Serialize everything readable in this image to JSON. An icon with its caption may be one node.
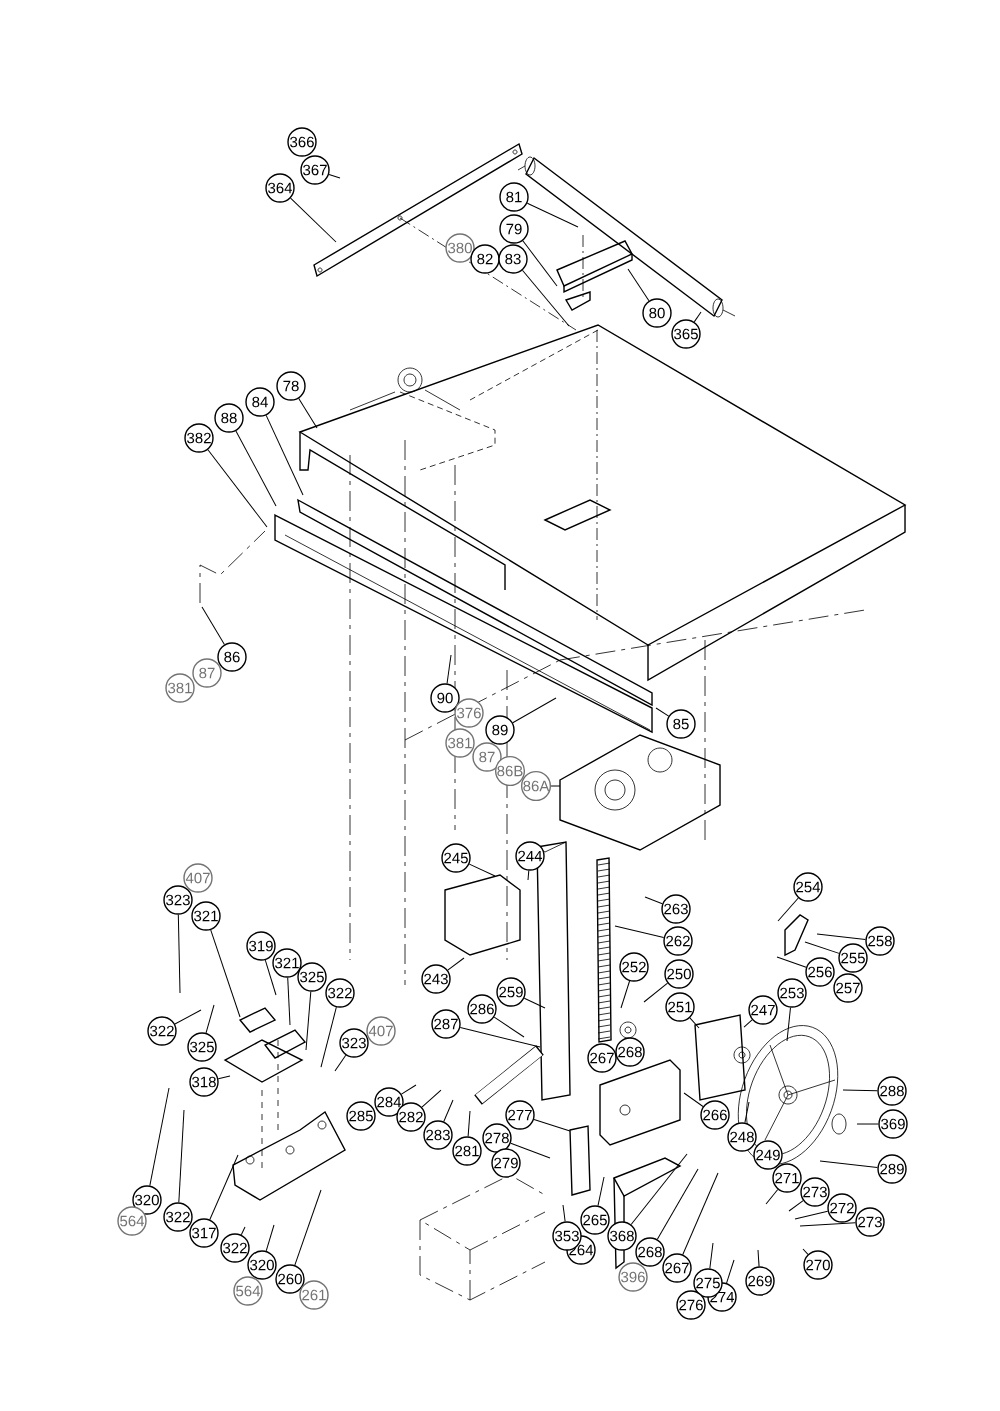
{
  "diagram": {
    "nodes": [
      {
        "text": [
          "366"
        ]
      },
      {
        "text": [
          "367"
        ]
      },
      {
        "text": [
          "364"
        ]
      },
      {
        "text": [
          "81"
        ]
      },
      {
        "text": [
          "79"
        ]
      },
      {
        "text": [
          "380"
        ]
      },
      {
        "text": [
          "82"
        ]
      },
      {
        "text": [
          "83"
        ]
      },
      {
        "text": [
          "80"
        ]
      },
      {
        "text": [
          "365"
        ]
      },
      {
        "text": [
          "78"
        ]
      },
      {
        "text": [
          "84"
        ]
      },
      {
        "text": [
          "88"
        ]
      },
      {
        "text": [
          "382"
        ]
      },
      {
        "text": [
          "86"
        ]
      },
      {
        "text": [
          "87"
        ]
      },
      {
        "text": [
          "381"
        ]
      },
      {
        "text": [
          "90"
        ]
      },
      {
        "text": [
          "376"
        ]
      },
      {
        "text": [
          "89"
        ]
      },
      {
        "text": [
          "85"
        ]
      },
      {
        "text": [
          "381"
        ]
      },
      {
        "text": [
          "87"
        ]
      },
      {
        "text": [
          "86B"
        ]
      },
      {
        "text": [
          "86A"
        ]
      },
      {
        "text": [
          "407"
        ]
      },
      {
        "text": [
          "323"
        ]
      },
      {
        "text": [
          "321"
        ]
      },
      {
        "text": [
          "319"
        ]
      },
      {
        "text": [
          "321"
        ]
      },
      {
        "text": [
          "325"
        ]
      },
      {
        "text": [
          "322"
        ]
      },
      {
        "text": [
          "323"
        ]
      },
      {
        "text": [
          "407"
        ]
      },
      {
        "text": [
          "322"
        ]
      },
      {
        "text": [
          "325"
        ]
      },
      {
        "text": [
          "318"
        ]
      },
      {
        "text": [
          "320"
        ]
      },
      {
        "text": [
          "322"
        ]
      },
      {
        "text": [
          "564"
        ]
      },
      {
        "text": [
          "317"
        ]
      },
      {
        "text": [
          "322"
        ]
      },
      {
        "text": [
          "320"
        ]
      },
      {
        "text": [
          "564"
        ]
      },
      {
        "text": [
          "260"
        ]
      },
      {
        "text": [
          "261"
        ]
      },
      {
        "text": [
          "245"
        ]
      },
      {
        "text": [
          "244"
        ]
      },
      {
        "text": [
          "243"
        ]
      },
      {
        "text": [
          "259"
        ]
      },
      {
        "text": [
          "286"
        ]
      },
      {
        "text": [
          "287"
        ]
      },
      {
        "text": [
          "285"
        ]
      },
      {
        "text": [
          "284"
        ]
      },
      {
        "text": [
          "282"
        ]
      },
      {
        "text": [
          "283"
        ]
      },
      {
        "text": [
          "281"
        ]
      },
      {
        "text": [
          "278"
        ]
      },
      {
        "text": [
          "279"
        ]
      },
      {
        "text": [
          "277"
        ]
      },
      {
        "text": [
          "263"
        ]
      },
      {
        "text": [
          "262"
        ]
      },
      {
        "text": [
          "252"
        ]
      },
      {
        "text": [
          "250"
        ]
      },
      {
        "text": [
          "251"
        ]
      },
      {
        "text": [
          "267"
        ]
      },
      {
        "text": [
          "268"
        ]
      },
      {
        "text": [
          "266"
        ]
      },
      {
        "text": [
          "248"
        ]
      },
      {
        "text": [
          "249"
        ]
      },
      {
        "text": [
          "254"
        ]
      },
      {
        "text": [
          "258"
        ]
      },
      {
        "text": [
          "255"
        ]
      },
      {
        "text": [
          "256"
        ]
      },
      {
        "text": [
          "257"
        ]
      },
      {
        "text": [
          "253"
        ]
      },
      {
        "text": [
          "247"
        ]
      },
      {
        "text": [
          "288"
        ]
      },
      {
        "text": [
          "369"
        ]
      },
      {
        "text": [
          "289"
        ]
      },
      {
        "text": [
          "271"
        ]
      },
      {
        "text": [
          "273"
        ]
      },
      {
        "text": [
          "272"
        ]
      },
      {
        "text": [
          "273"
        ]
      },
      {
        "text": [
          "270"
        ]
      },
      {
        "text": [
          "269"
        ]
      },
      {
        "text": [
          "274"
        ]
      },
      {
        "text": [
          "275"
        ]
      },
      {
        "text": [
          "276"
        ]
      },
      {
        "text": [
          "267"
        ]
      },
      {
        "text": [
          "268"
        ]
      },
      {
        "text": [
          "396"
        ]
      },
      {
        "text": [
          "368"
        ]
      },
      {
        "text": [
          "264"
        ]
      },
      {
        "text": [
          "265"
        ]
      },
      {
        "text": [
          "353"
        ]
      }
    ],
    "edges": [
      {
        "from": 1,
        "to": null,
        "arrow": "none"
      },
      {
        "from": 2,
        "to": null,
        "arrow": "none"
      },
      {
        "from": 3,
        "to": null,
        "arrow": "none"
      },
      {
        "from": 4,
        "to": null,
        "arrow": "none"
      },
      {
        "from": 7,
        "to": null,
        "arrow": "none"
      },
      {
        "from": 8,
        "to": null,
        "arrow": "none"
      },
      {
        "from": 9,
        "to": null,
        "arrow": "none"
      },
      {
        "from": 10,
        "to": null,
        "arrow": "none"
      },
      {
        "from": 11,
        "to": null,
        "arrow": "none"
      },
      {
        "from": 12,
        "to": null,
        "arrow": "none"
      },
      {
        "from": 13,
        "to": null,
        "arrow": "none"
      },
      {
        "from": 14,
        "to": null,
        "arrow": "none"
      },
      {
        "from": 17,
        "to": null,
        "arrow": "none"
      },
      {
        "from": 19,
        "to": null,
        "arrow": "none"
      },
      {
        "from": 20,
        "to": null,
        "arrow": "none"
      },
      {
        "from": 24,
        "to": null,
        "arrow": "none"
      },
      {
        "from": 26,
        "to": null,
        "arrow": "none"
      },
      {
        "from": 27,
        "to": null,
        "arrow": "none"
      },
      {
        "from": 28,
        "to": null,
        "arrow": "none"
      },
      {
        "from": 29,
        "to": null,
        "arrow": "none"
      },
      {
        "from": 30,
        "to": null,
        "arrow": "none"
      },
      {
        "from": 31,
        "to": null,
        "arrow": "none"
      },
      {
        "from": 32,
        "to": null,
        "arrow": "none"
      },
      {
        "from": 34,
        "to": null,
        "arrow": "none"
      },
      {
        "from": 35,
        "to": null,
        "arrow": "none"
      },
      {
        "from": 36,
        "to": null,
        "arrow": "none"
      },
      {
        "from": 37,
        "to": null,
        "arrow": "none"
      },
      {
        "from": 38,
        "to": null,
        "arrow": "none"
      },
      {
        "from": 40,
        "to": null,
        "arrow": "none"
      },
      {
        "from": 41,
        "to": null,
        "arrow": "none"
      },
      {
        "from": 42,
        "to": null,
        "arrow": "none"
      },
      {
        "from": 44,
        "to": null,
        "arrow": "none"
      },
      {
        "from": 46,
        "to": null,
        "arrow": "none"
      },
      {
        "from": 47,
        "to": null,
        "arrow": "none"
      },
      {
        "from": 48,
        "to": null,
        "arrow": "none"
      },
      {
        "from": 49,
        "to": null,
        "arrow": "none"
      },
      {
        "from": 50,
        "to": null,
        "arrow": "none"
      },
      {
        "from": 51,
        "to": null,
        "arrow": "none"
      },
      {
        "from": 53,
        "to": null,
        "arrow": "none"
      },
      {
        "from": 54,
        "to": null,
        "arrow": "none"
      },
      {
        "from": 55,
        "to": null,
        "arrow": "none"
      },
      {
        "from": 56,
        "to": null,
        "arrow": "none"
      },
      {
        "from": 57,
        "to": null,
        "arrow": "none"
      },
      {
        "from": 59,
        "to": null,
        "arrow": "none"
      },
      {
        "from": 60,
        "to": null,
        "arrow": "none"
      },
      {
        "from": 61,
        "to": null,
        "arrow": "none"
      },
      {
        "from": 62,
        "to": null,
        "arrow": "none"
      },
      {
        "from": 63,
        "to": null,
        "arrow": "none"
      },
      {
        "from": 64,
        "to": null,
        "arrow": "none"
      },
      {
        "from": 67,
        "to": null,
        "arrow": "none"
      },
      {
        "from": 68,
        "to": null,
        "arrow": "none"
      },
      {
        "from": 70,
        "to": null,
        "arrow": "none"
      },
      {
        "from": 71,
        "to": null,
        "arrow": "none"
      },
      {
        "from": 72,
        "to": null,
        "arrow": "none"
      },
      {
        "from": 73,
        "to": null,
        "arrow": "none"
      },
      {
        "from": 75,
        "to": null,
        "arrow": "none"
      },
      {
        "from": 76,
        "to": null,
        "arrow": "none"
      },
      {
        "from": 77,
        "to": null,
        "arrow": "none"
      },
      {
        "from": 78,
        "to": null,
        "arrow": "none"
      },
      {
        "from": 79,
        "to": null,
        "arrow": "none"
      },
      {
        "from": 80,
        "to": null,
        "arrow": "none"
      },
      {
        "from": 81,
        "to": null,
        "arrow": "none"
      },
      {
        "from": 82,
        "to": null,
        "arrow": "none"
      },
      {
        "from": 83,
        "to": null,
        "arrow": "none"
      },
      {
        "from": 84,
        "to": null,
        "arrow": "none"
      },
      {
        "from": 85,
        "to": null,
        "arrow": "none"
      },
      {
        "from": 86,
        "to": null,
        "arrow": "none"
      },
      {
        "from": 87,
        "to": null,
        "arrow": "none"
      },
      {
        "from": 89,
        "to": null,
        "arrow": "none"
      },
      {
        "from": 90,
        "to": null,
        "arrow": "none"
      },
      {
        "from": 92,
        "to": null,
        "arrow": "none"
      },
      {
        "from": 94,
        "to": null,
        "arrow": "none"
      },
      {
        "from": 95,
        "to": null,
        "arrow": "none"
      }
    ]
  }
}
